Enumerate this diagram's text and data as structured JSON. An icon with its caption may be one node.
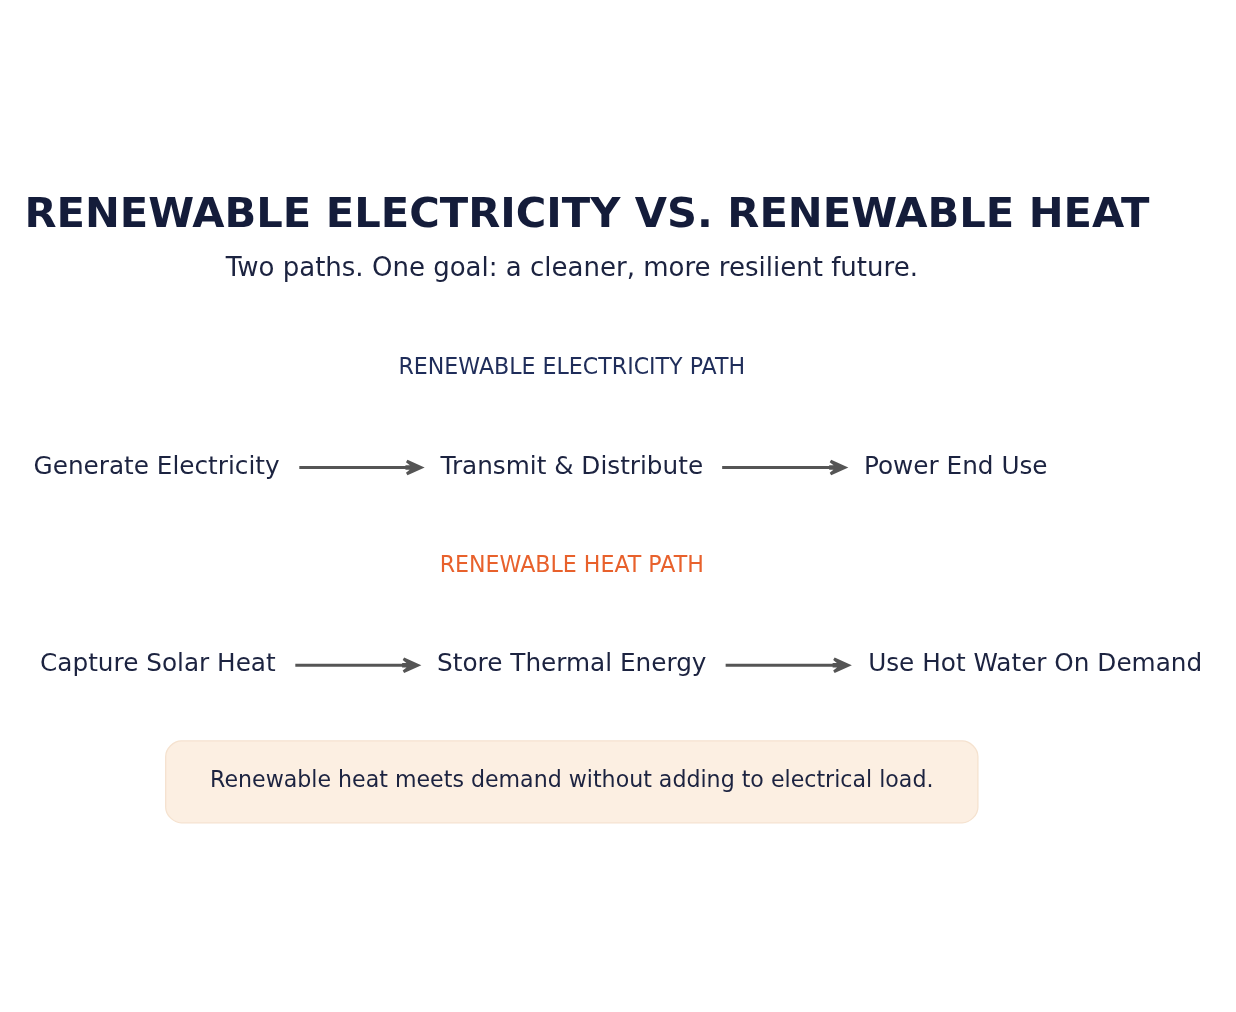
{
  "diagram": {
    "title": "RENEWABLE ELECTRICITY VS. RENEWABLE HEAT",
    "nodes": [
      {
        "text": [
          "Generate Electricity"
        ]
      },
      {
        "text": [
          "Transmit & Distribute"
        ]
      },
      {
        "text": [
          "Power End Use"
        ]
      },
      {
        "text": [
          "Capture Solar Heat"
        ]
      },
      {
        "text": [
          "Store Thermal Energy"
        ]
      },
      {
        "text": [
          "Use Hot Water On Demand"
        ]
      },
      {
        "text": [
          "Renewable heat meets demand without adding to electrical load."
        ]
      }
    ],
    "edges": [
      {
        "from": 0,
        "to": 1,
        "arrow": "to"
      },
      {
        "from": 1,
        "to": 2,
        "arrow": "to"
      },
      {
        "from": 3,
        "to": 4,
        "arrow": "to"
      },
      {
        "from": 4,
        "to": 5,
        "arrow": "to"
      }
    ],
    "labels": [
      "Two paths. One goal: a cleaner, more resilient future.",
      "RENEWABLE ELECTRICITY PATH",
      "RENEWABLE HEAT PATH"
    ]
  }
}
